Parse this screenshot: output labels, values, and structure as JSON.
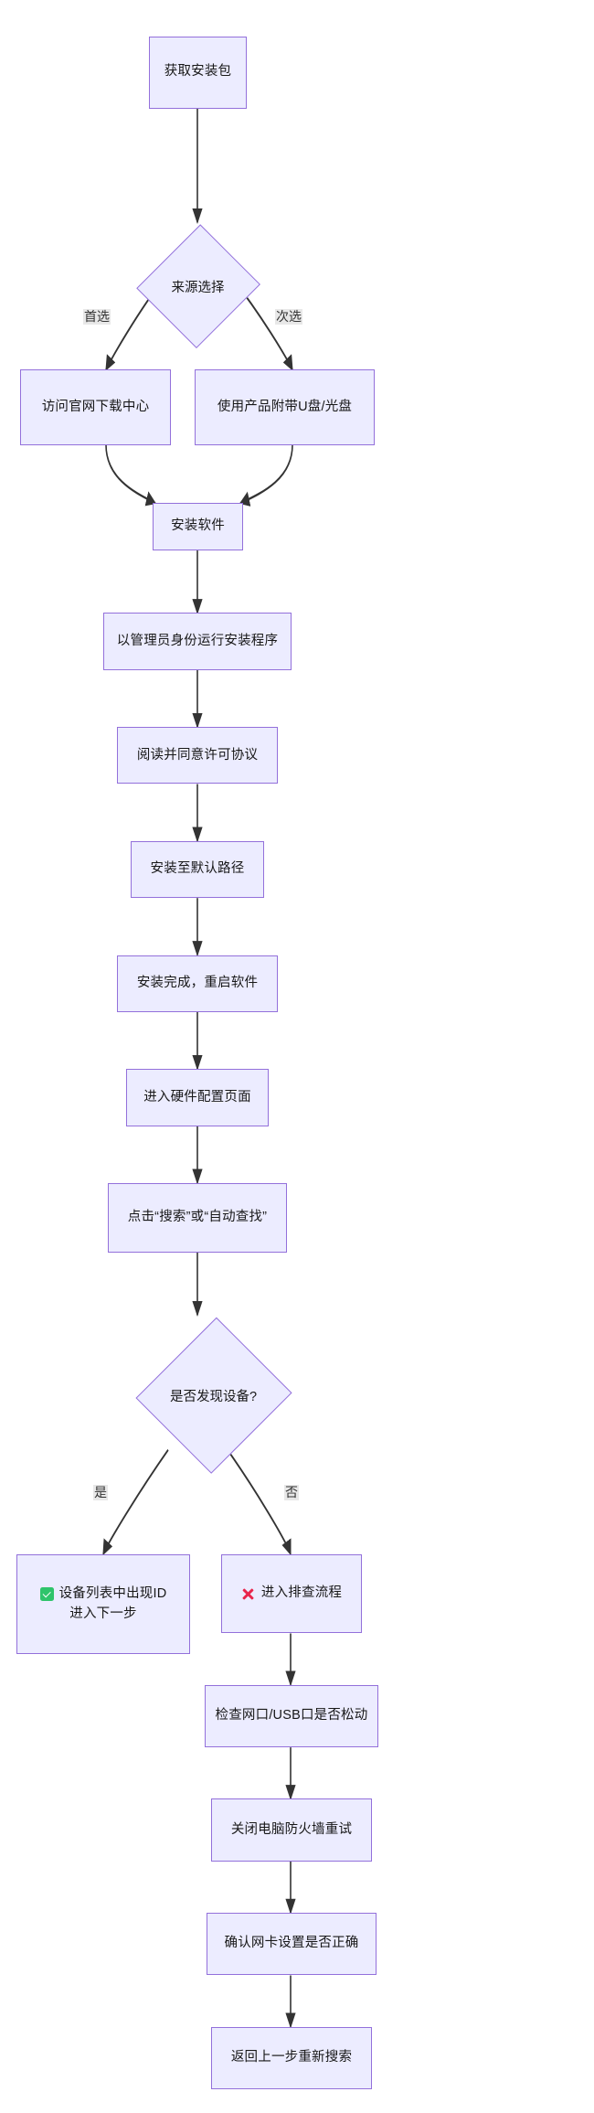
{
  "diagram": {
    "type": "flowchart",
    "direction": "top-down",
    "theme": {
      "node_fill": "#ECECFF",
      "node_stroke": "#9370DB",
      "edge_stroke": "#333333",
      "edge_label_bg": "#E8E8E8",
      "text_color": "#181818",
      "success_color": "#2FC46B",
      "error_color": "#E8254B",
      "background": "#FFFFFF"
    },
    "nodes": [
      {
        "id": "n1",
        "shape": "rect",
        "label": "获取安装包"
      },
      {
        "id": "n2",
        "shape": "diamond",
        "label": "来源选择"
      },
      {
        "id": "n3",
        "shape": "rect",
        "label": "访问官网下载中心"
      },
      {
        "id": "n4",
        "shape": "rect",
        "label": "使用产品附带U盘/光盘"
      },
      {
        "id": "n5",
        "shape": "rect",
        "label": "安装软件"
      },
      {
        "id": "n6",
        "shape": "rect",
        "label": "以管理员身份运行安装程序"
      },
      {
        "id": "n7",
        "shape": "rect",
        "label": "阅读并同意许可协议"
      },
      {
        "id": "n8",
        "shape": "rect",
        "label": "安装至默认路径"
      },
      {
        "id": "n9",
        "shape": "rect",
        "label": "安装完成，重启软件"
      },
      {
        "id": "n10",
        "shape": "rect",
        "label": "进入硬件配置页面"
      },
      {
        "id": "n11",
        "shape": "rect",
        "label": "点击“搜索”或“自动查找”"
      },
      {
        "id": "n12",
        "shape": "diamond",
        "label": "是否发现设备?"
      },
      {
        "id": "n13",
        "shape": "rect",
        "icon": "check-icon",
        "label_line1": "设备列表中出现ID",
        "label_line2": "进入下一步"
      },
      {
        "id": "n14",
        "shape": "rect",
        "icon": "cross-icon",
        "label": "进入排查流程"
      },
      {
        "id": "n15",
        "shape": "rect",
        "label": "检查网口/USB口是否松动"
      },
      {
        "id": "n16",
        "shape": "rect",
        "label": "关闭电脑防火墙重试"
      },
      {
        "id": "n17",
        "shape": "rect",
        "label": "确认网卡设置是否正确"
      },
      {
        "id": "n18",
        "shape": "rect",
        "label": "返回上一步重新搜索"
      }
    ],
    "edges": [
      {
        "from": "n1",
        "to": "n2",
        "label": ""
      },
      {
        "from": "n2",
        "to": "n3",
        "label": "首选"
      },
      {
        "from": "n2",
        "to": "n4",
        "label": "次选"
      },
      {
        "from": "n3",
        "to": "n5",
        "label": ""
      },
      {
        "from": "n4",
        "to": "n5",
        "label": ""
      },
      {
        "from": "n5",
        "to": "n6",
        "label": ""
      },
      {
        "from": "n6",
        "to": "n7",
        "label": ""
      },
      {
        "from": "n7",
        "to": "n8",
        "label": ""
      },
      {
        "from": "n8",
        "to": "n9",
        "label": ""
      },
      {
        "from": "n9",
        "to": "n10",
        "label": ""
      },
      {
        "from": "n10",
        "to": "n11",
        "label": ""
      },
      {
        "from": "n11",
        "to": "n12",
        "label": ""
      },
      {
        "from": "n12",
        "to": "n13",
        "label": "是"
      },
      {
        "from": "n12",
        "to": "n14",
        "label": "否"
      },
      {
        "from": "n14",
        "to": "n15",
        "label": ""
      },
      {
        "from": "n15",
        "to": "n16",
        "label": ""
      },
      {
        "from": "n16",
        "to": "n17",
        "label": ""
      },
      {
        "from": "n17",
        "to": "n18",
        "label": ""
      }
    ],
    "edge_labels": {
      "preferred": "首选",
      "secondary": "次选",
      "yes": "是",
      "no": "否"
    }
  }
}
